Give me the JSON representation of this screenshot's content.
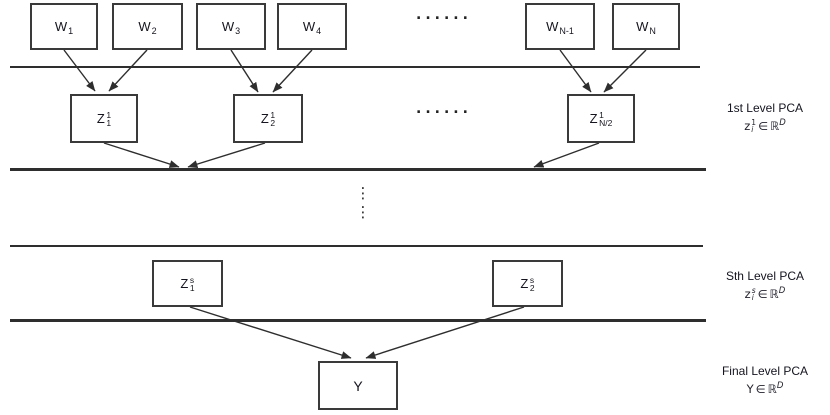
{
  "colors": {
    "background": "#ffffff",
    "line": "#2e2e2e",
    "box_border": "#3a3a3a",
    "text": "#15151f"
  },
  "boxes": {
    "w1": {
      "base": "W",
      "sub": "1"
    },
    "w2": {
      "base": "W",
      "sub": "2"
    },
    "w3": {
      "base": "W",
      "sub": "3"
    },
    "w4": {
      "base": "W",
      "sub": "4"
    },
    "wn1": {
      "base": "W",
      "sub": "N-1"
    },
    "wn": {
      "base": "W",
      "sub": "N"
    },
    "z11": {
      "base": "Z",
      "sup": "1",
      "sub": "1"
    },
    "z21": {
      "base": "Z",
      "sup": "1",
      "sub": "2"
    },
    "zn2": {
      "base": "Z",
      "sup": "1",
      "sub": "N/2"
    },
    "zs1": {
      "base": "Z",
      "sup": "s",
      "sub": "1"
    },
    "zs2": {
      "base": "Z",
      "sup": "s",
      "sub": "2"
    },
    "y": {
      "base": "Y"
    }
  },
  "ellipsis": {
    "top_row": "......",
    "level1_row": "......",
    "vertical": "⋮"
  },
  "side_labels": {
    "level1": {
      "title": "1st Level PCA",
      "formula": {
        "var": "z",
        "sup": "1",
        "sub": "i",
        "rel": "∈",
        "set": "ℝ",
        "exp": "D"
      }
    },
    "level_s": {
      "title": "Sth Level PCA",
      "formula": {
        "var": "z",
        "sup": "s",
        "sub": "i",
        "rel": "∈",
        "set": "ℝ",
        "exp": "D"
      }
    },
    "final": {
      "title": "Final Level PCA",
      "formula": {
        "var": "Y",
        "rel": "∈",
        "set": "ℝ",
        "exp": "D"
      }
    }
  }
}
